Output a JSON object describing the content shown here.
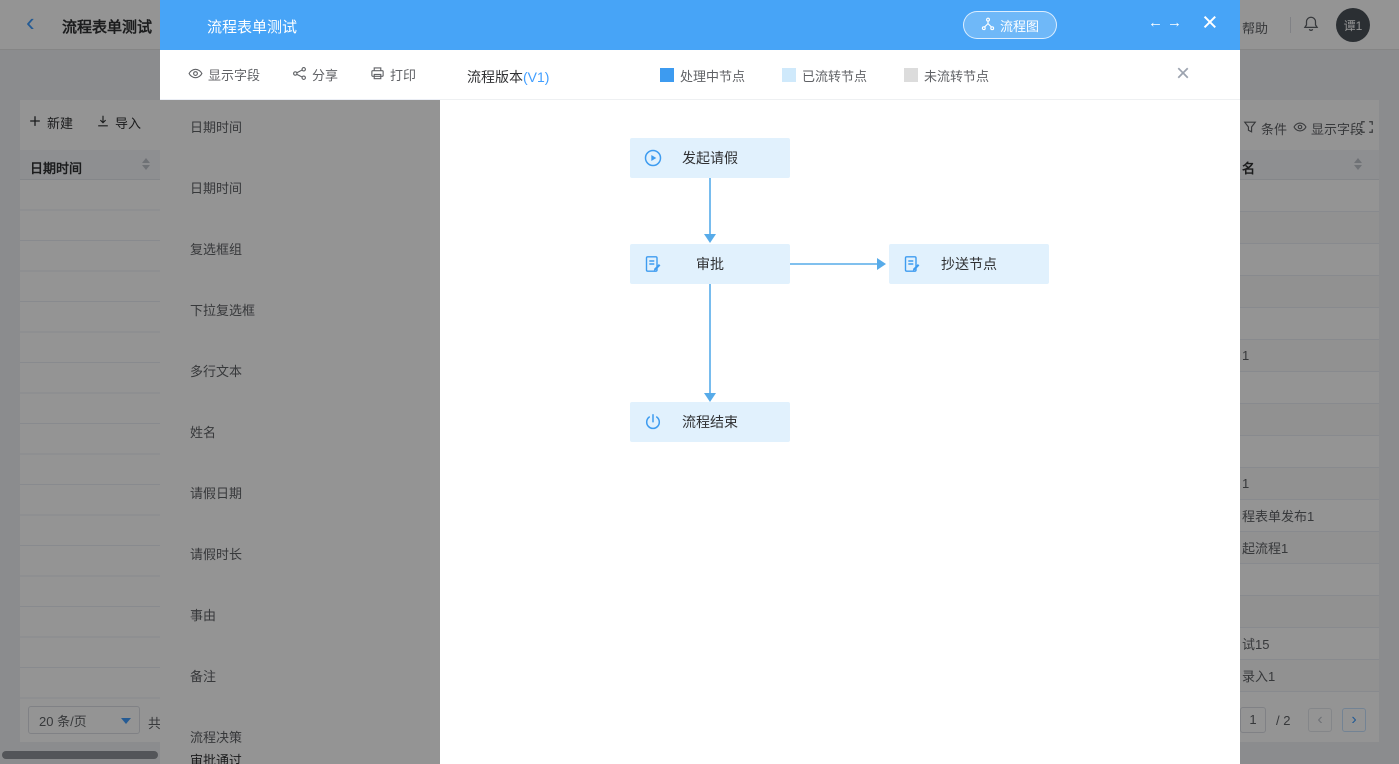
{
  "colors": {
    "primary": "#409eff",
    "modal_header_bg": "#47a4f7",
    "node_bg": "#e1f1fd",
    "arrow": "#57abe9",
    "legend_processing": "#3d9bf0",
    "legend_flowed": "#cfe9fb",
    "legend_not_flowed": "#dcdcdc"
  },
  "icons": {
    "back": "‹",
    "close": "×",
    "prev_record": "←",
    "next_record": "→",
    "prev_page": "‹",
    "next_page": "›"
  },
  "app_header": {
    "title": "流程表单测试",
    "help_label": "帮助",
    "avatar_text": "谭1"
  },
  "base_page": {
    "toolbar_left": {
      "new_label": "新建",
      "import_label": "导入"
    },
    "left_table_header": "日期时间",
    "right_table_header": "名",
    "right_toolbar": {
      "condition_label": "条件",
      "display_fields_label": "显示字段"
    },
    "right_rows": [
      "",
      "",
      "",
      "",
      "",
      "1",
      "",
      "",
      "",
      "1",
      "程表单发布1",
      "起流程1",
      "",
      "",
      "试15",
      "录入1"
    ],
    "page_size_label": "20 条/页",
    "total_prefix": "共",
    "pagination": {
      "current_page": "1",
      "page_total": "/ 2"
    }
  },
  "modal": {
    "title": "流程表单测试",
    "flowchart_button_label": "流程图",
    "toolbar": {
      "display_fields_label": "显示字段",
      "share_label": "分享",
      "print_label": "打印"
    },
    "fields": [
      "日期时间",
      "日期时间",
      "复选框组",
      "下拉复选框",
      "多行文本",
      "姓名",
      "请假日期",
      "请假时长",
      "事由",
      "备注",
      "流程决策"
    ],
    "decision_value": "审批通过"
  },
  "flow_panel": {
    "version_label": "流程版本",
    "version_value": "(V1)",
    "legend": [
      "处理中节点",
      "已流转节点",
      "未流转节点"
    ],
    "nodes": {
      "start": "发起请假",
      "approve": "审批",
      "cc": "抄送节点",
      "end": "流程结束"
    }
  }
}
